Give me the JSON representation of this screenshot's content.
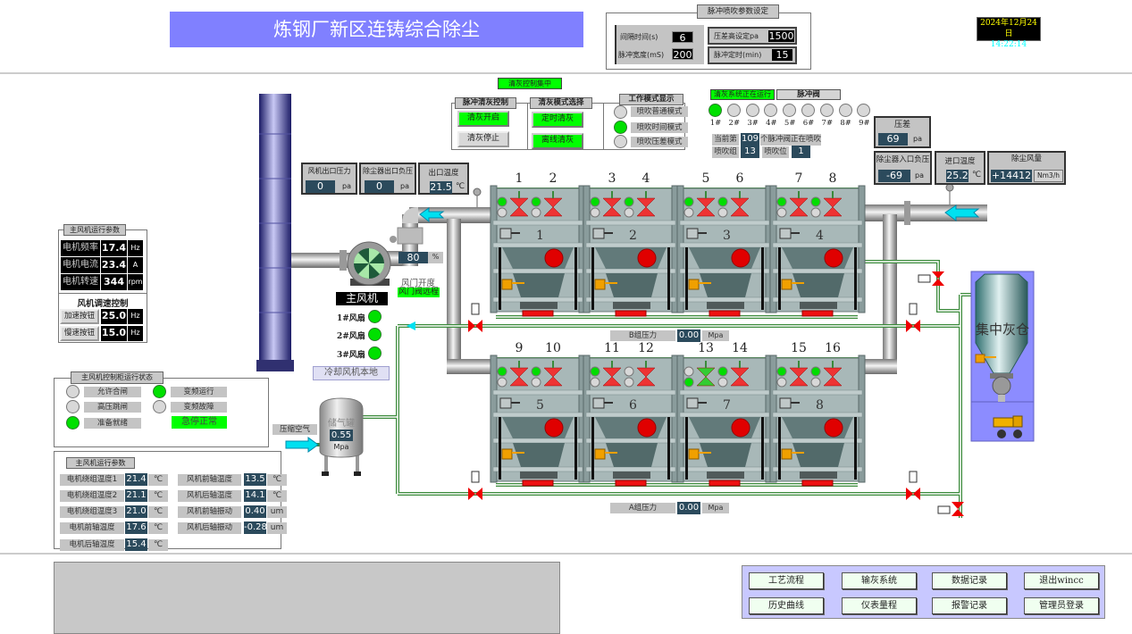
{
  "title": "炼钢厂新区连铸综合除尘",
  "datetime": {
    "date": "2024年12月24日",
    "time": "14:22:14"
  },
  "pulse_params": {
    "title": "脉冲喷吹参数设定",
    "interval_label": "间隔时间(s)",
    "interval": "6",
    "width_label": "脉冲宽度(mS)",
    "width": "200",
    "dp_high_label": "压差高设定pa",
    "dp_high": "1500",
    "timer_label": "脉冲定时(min)",
    "timer": "15"
  },
  "clean_control": {
    "central": "清灰控制集中",
    "pulse_title": "脉冲清灰控制",
    "start": "清灰开启",
    "stop": "清灰停止",
    "mode_title": "清灰模式选择",
    "timed": "定时清灰",
    "offline": "离线清灰",
    "work_title": "工作模式显示",
    "modes": [
      {
        "label": "喷吹普通模式",
        "on": false
      },
      {
        "label": "喷吹时间模式",
        "on": true
      },
      {
        "label": "喷吹压差模式",
        "on": false
      }
    ]
  },
  "pulse_status": {
    "running": "清灰系统正在运行",
    "valve_title": "脉冲阀",
    "valves": [
      {
        "label": "1#",
        "on": true
      },
      {
        "label": "2#",
        "on": false
      },
      {
        "label": "3#",
        "on": false
      },
      {
        "label": "4#",
        "on": false
      },
      {
        "label": "5#",
        "on": false
      },
      {
        "label": "6#",
        "on": false
      },
      {
        "label": "7#",
        "on": false
      },
      {
        "label": "8#",
        "on": false
      },
      {
        "label": "9#",
        "on": false
      }
    ],
    "current_prefix": "当前第",
    "current": "109",
    "current_suffix": "个脉冲阀正在喷吹",
    "group_label": "喷吹组",
    "group": "13",
    "pos_label": "喷吹位",
    "pos": "1"
  },
  "readings": {
    "dp": {
      "label": "压差",
      "value": "69",
      "unit": "pa"
    },
    "inlet_neg": {
      "label": "除尘器入口负压",
      "value": "-69",
      "unit": "pa"
    },
    "inlet_temp": {
      "label": "进口温度",
      "value": "25.2",
      "unit": "℃"
    },
    "flow": {
      "label": "除尘风量",
      "value": "+14412",
      "unit": "Nm3/h"
    },
    "fan_out_p": {
      "label": "风机出口压力",
      "value": "0",
      "unit": "pa"
    },
    "outlet_neg": {
      "label": "除尘器出口负压",
      "value": "0",
      "unit": "pa"
    },
    "outlet_temp": {
      "label": "出口温度",
      "value": "21.5",
      "unit": "℃"
    }
  },
  "fan": {
    "name": "主风机",
    "damper": "80",
    "damper_unit": "%",
    "damper_label": "风门开度",
    "damper_mode": "风门阀远程",
    "fans": [
      {
        "label": "1#风扇",
        "on": true
      },
      {
        "label": "2#风扇",
        "on": true
      },
      {
        "label": "3#风扇",
        "on": true
      }
    ],
    "cooling": "冷却风机本地"
  },
  "motor": {
    "title": "主风机运行参数",
    "freq_label": "电机频率",
    "freq": "17.4",
    "freq_unit": "Hz",
    "current_label": "电机电流",
    "current": "23.4",
    "current_unit": "A",
    "speed_label": "电机转速",
    "speed": "344",
    "speed_unit": "rpm",
    "speed_ctrl": "风机调速控制",
    "up": "加速按钮",
    "up_val": "25.0",
    "up_unit": "Hz",
    "down": "慢速按钮",
    "down_val": "15.0",
    "down_unit": "Hz"
  },
  "cabinet": {
    "title": "主风机控制柜运行状态",
    "items": [
      {
        "label": "允许合闸",
        "on": false
      },
      {
        "label": "高压跳闸",
        "on": false
      },
      {
        "label": "准备就绪",
        "on": true
      },
      {
        "label": "变频运行",
        "on": true
      },
      {
        "label": "变频故障",
        "on": false
      }
    ],
    "estop": "急停正常"
  },
  "run_params": {
    "title": "主风机运行参数",
    "items": [
      {
        "label": "电机绕组温度1",
        "value": "21.4",
        "unit": "℃"
      },
      {
        "label": "电机绕组温度2",
        "value": "21.1",
        "unit": "℃"
      },
      {
        "label": "电机绕组温度3",
        "value": "21.0",
        "unit": "℃"
      },
      {
        "label": "电机前轴温度",
        "value": "17.6",
        "unit": "℃"
      },
      {
        "label": "电机后轴温度",
        "value": "15.4",
        "unit": "℃"
      },
      {
        "label": "风机前轴温度",
        "value": "13.5",
        "unit": "℃"
      },
      {
        "label": "风机后轴温度",
        "value": "14.1",
        "unit": "℃"
      },
      {
        "label": "风机前轴振动",
        "value": "0.40",
        "unit": "um"
      },
      {
        "label": "风机后轴振动",
        "value": "-0.28",
        "unit": "um"
      }
    ]
  },
  "tank": {
    "label": "储气罐",
    "value": "0.55",
    "unit": "Mpa",
    "air": "压缩空气"
  },
  "groups": {
    "b_label": "B组压力",
    "b_value": "0.00",
    "a_label": "A组压力",
    "a_value": "0.00",
    "unit": "Mpa"
  },
  "silo": {
    "label": "集中灰仓"
  },
  "filters": {
    "top": {
      "units": [
        "1",
        "2",
        "3",
        "4"
      ],
      "valves": [
        {
          "n": "1",
          "top": true,
          "bot": false,
          "open": false
        },
        {
          "n": "2",
          "top": true,
          "bot": false,
          "open": false
        },
        {
          "n": "3",
          "top": true,
          "bot": false,
          "open": false
        },
        {
          "n": "4",
          "top": true,
          "bot": false,
          "open": false
        },
        {
          "n": "5",
          "top": true,
          "bot": false,
          "open": false
        },
        {
          "n": "6",
          "top": true,
          "bot": false,
          "open": false
        },
        {
          "n": "7",
          "top": true,
          "bot": false,
          "open": false
        },
        {
          "n": "8",
          "top": true,
          "bot": false,
          "open": false
        }
      ]
    },
    "bottom": {
      "units": [
        "5",
        "6",
        "7",
        "8"
      ],
      "valves": [
        {
          "n": "9",
          "top": true,
          "bot": false,
          "open": false
        },
        {
          "n": "10",
          "top": true,
          "bot": false,
          "open": false
        },
        {
          "n": "11",
          "top": true,
          "bot": false,
          "open": false
        },
        {
          "n": "12",
          "top": false,
          "bot": false,
          "open": false
        },
        {
          "n": "13",
          "top": false,
          "bot": true,
          "open": true
        },
        {
          "n": "14",
          "top": true,
          "bot": false,
          "open": false
        },
        {
          "n": "15",
          "top": true,
          "bot": false,
          "open": false
        },
        {
          "n": "16",
          "top": true,
          "bot": false,
          "open": false
        }
      ]
    }
  },
  "nav": [
    "工艺流程",
    "输灰系统",
    "数据记录",
    "退出wincc",
    "历史曲线",
    "仪表量程",
    "报警记录",
    "管理员登录"
  ],
  "colors": {
    "title_bg": "#8080ff",
    "active": "#00ff00",
    "value_bg": "#2b4a5c",
    "nav_bg": "#c8c8ff"
  }
}
